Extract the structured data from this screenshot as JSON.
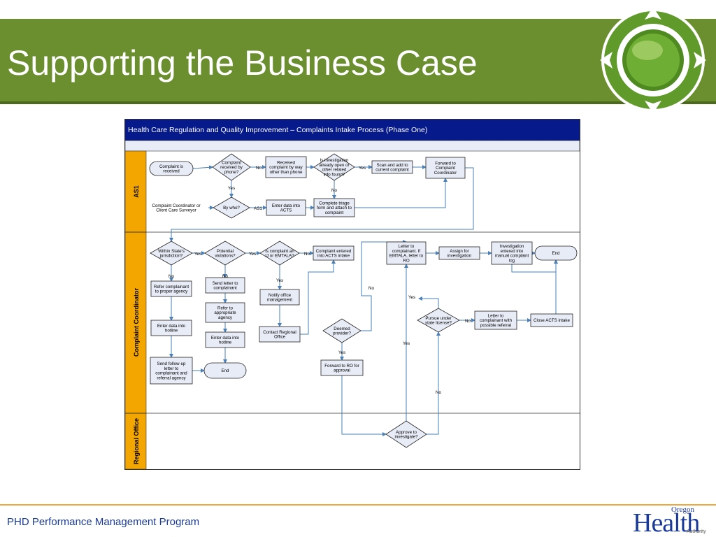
{
  "slide": {
    "title": "Supporting the Business Case",
    "footer": "PHD Performance Management Program",
    "footer_logo": {
      "small": "Oregon",
      "big": "Health",
      "tag": "Authority"
    }
  },
  "colors": {
    "header_green": "#6b8e2f",
    "title_bar_blue": "#061a8c",
    "lane_orange": "#f4a600",
    "box_fill": "#e8ecf6",
    "connector": "#4a7fb8",
    "footer_orange": "#f0a83a",
    "footer_text": "#1a3a9a"
  },
  "diagram": {
    "title": "Health Care Regulation and Quality Improvement – Complaints Intake Process (Phase One)",
    "lanes": [
      "AS1",
      "Complaint Coordinator",
      "Regional Office"
    ],
    "nodes": {
      "as1_start": [
        "Complaint is",
        "received"
      ],
      "as1_phone": [
        "Complaint",
        "received by",
        "phone?"
      ],
      "as1_other": [
        "Received",
        "complaint by way",
        "other than phone"
      ],
      "as1_inv_open": [
        "Is investigation",
        "already open or",
        "other related",
        "info found?"
      ],
      "as1_scan": [
        "Scan and add to",
        "current complaint"
      ],
      "as1_forward": [
        "Forward to",
        "Complaint",
        "Coordinator"
      ],
      "as1_coord_surveyor": [
        "Complaint Coordinator or",
        "Client Care Surveyor"
      ],
      "as1_by_who": [
        "By who?"
      ],
      "as1_enter_acts": [
        "Enter data into",
        "ACTS"
      ],
      "as1_triage": [
        "Complete triage",
        "form and attach to",
        "complaint"
      ],
      "cc_jurisdiction": [
        "Within State's",
        "jurisdiction?"
      ],
      "cc_refer_agency": [
        "Refer complainant",
        "to proper agency"
      ],
      "cc_enter_hotline1": [
        "Enter data into",
        "hotline"
      ],
      "cc_followup": [
        "Send follow-up",
        "letter to",
        "complainant and",
        "referral agency"
      ],
      "cc_potential": [
        "Potential",
        "violations?"
      ],
      "cc_send_letter": [
        "Send letter to",
        "complainant"
      ],
      "cc_refer_appropriate": [
        "Refer to",
        "appropriate",
        "agency"
      ],
      "cc_enter_hotline2": [
        "Enter data into",
        "hotline"
      ],
      "cc_end1": [
        "End"
      ],
      "cc_ij_emtala": [
        "Is complaint an",
        "IJ or EMTALA?"
      ],
      "cc_notify": [
        "Notify office",
        "management"
      ],
      "cc_contact_ro": [
        "Contact Regional",
        "Office"
      ],
      "cc_entered_acts": [
        "Complaint entered",
        "into ACTS intake"
      ],
      "cc_deemed": [
        "Deemed",
        "provider?"
      ],
      "cc_forward_ro": [
        "Forward to RO for",
        "approval"
      ],
      "cc_letter_emtala": [
        "Letter to",
        "complainant. If",
        "EMTALA, letter to",
        "RO"
      ],
      "cc_assign": [
        "Assign for",
        "investigation"
      ],
      "cc_inv_entered": [
        "Investigation",
        "entered into",
        "manual complaint",
        "log"
      ],
      "cc_end2": [
        "End"
      ],
      "cc_pursue": [
        "Pursue under",
        "state license?"
      ],
      "cc_letter_referral": [
        "Letter to",
        "complainant with",
        "possible referral"
      ],
      "cc_close_acts": [
        "Close ACTS intake"
      ],
      "ro_approve": [
        "Approve to",
        "investigate?"
      ]
    },
    "labels": {
      "no": "No",
      "yes": "Yes",
      "as1": "AS1"
    }
  }
}
